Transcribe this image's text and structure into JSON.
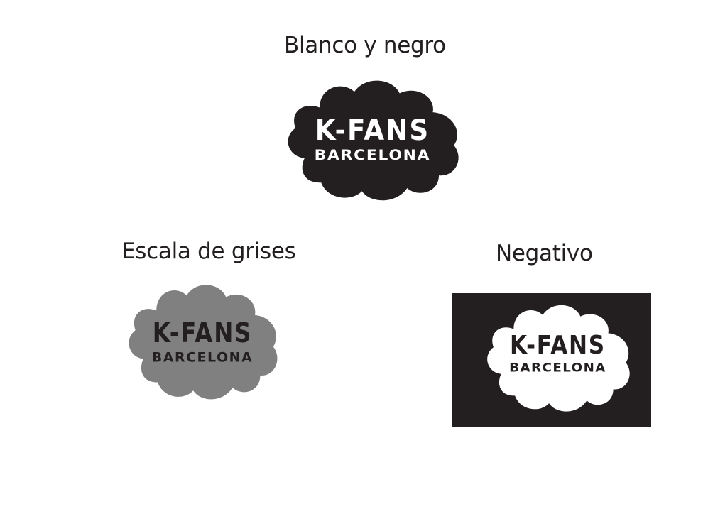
{
  "variants": {
    "black_white": {
      "title": "Blanco y negro"
    },
    "grayscale": {
      "title": "Escala de grises"
    },
    "negative": {
      "title": "Negativo"
    }
  },
  "logo": {
    "name_line": "K-FANS",
    "city_line": "BARCELONA"
  },
  "colors": {
    "title_text": "#231f20",
    "black": "#231f20",
    "gray": "#808080",
    "white": "#ffffff",
    "grayscale_wordmark": "#231f20"
  }
}
